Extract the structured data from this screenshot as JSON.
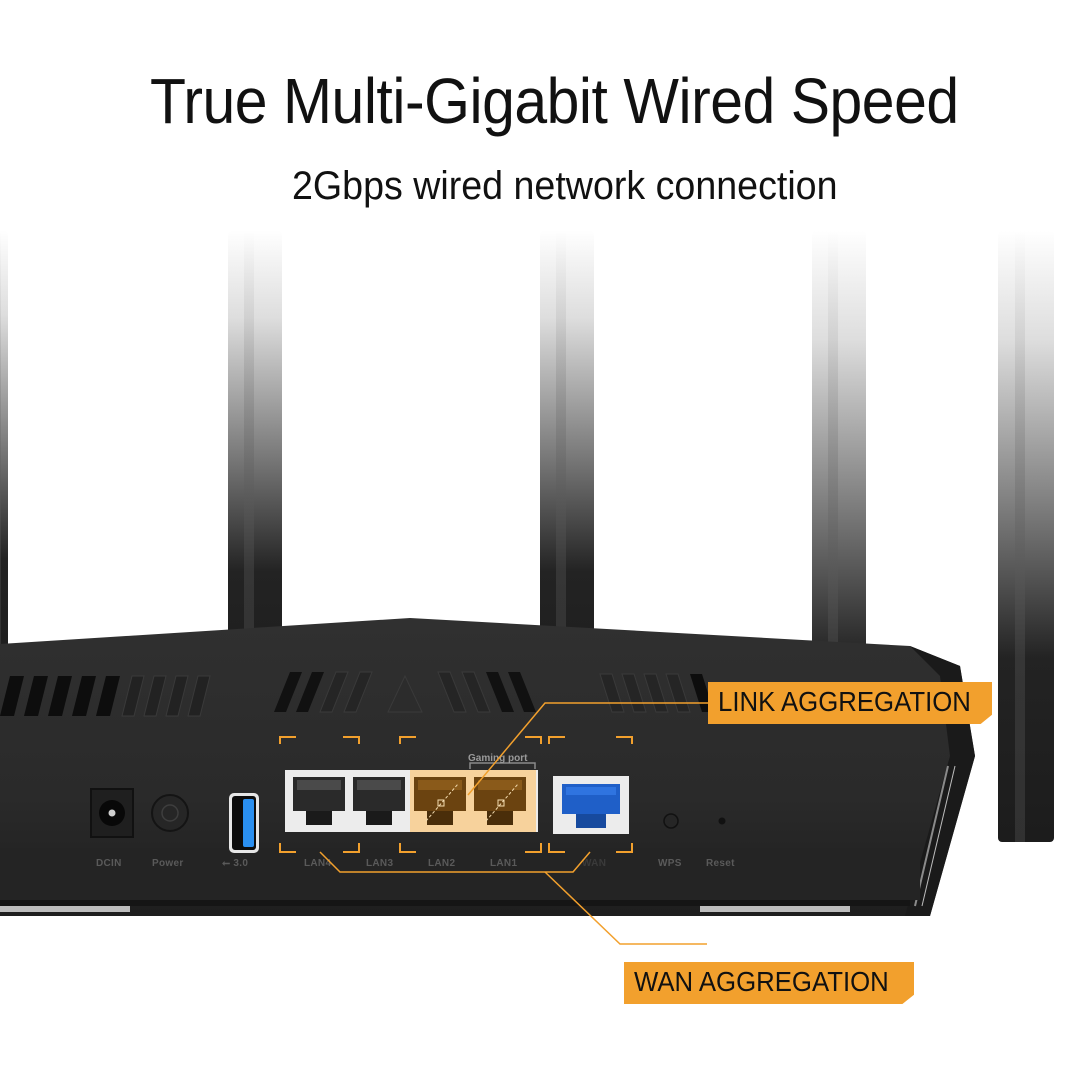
{
  "header": {
    "title": "True Multi-Gigabit Wired Speed",
    "subtitle": "2Gbps wired network connection"
  },
  "router": {
    "ports": [
      {
        "id": "dcin",
        "label": "DCIN",
        "type": "power-jack"
      },
      {
        "id": "power",
        "label": "Power",
        "type": "button"
      },
      {
        "id": "usb",
        "label": "3.0",
        "icon": "usb-icon",
        "type": "usb-3.0"
      },
      {
        "id": "lan4",
        "label": "LAN4",
        "type": "ethernet",
        "color": "#ffffff"
      },
      {
        "id": "lan3",
        "label": "LAN3",
        "type": "ethernet",
        "color": "#ffffff"
      },
      {
        "id": "lan2",
        "label": "LAN2",
        "type": "ethernet",
        "color": "#f7c98a"
      },
      {
        "id": "lan1",
        "label": "LAN1",
        "type": "ethernet",
        "color": "#f7c98a"
      },
      {
        "id": "wan",
        "label": "WAN",
        "type": "ethernet",
        "color": "#1f5fc8"
      },
      {
        "id": "wps",
        "label": "WPS",
        "type": "button"
      },
      {
        "id": "reset",
        "label": "Reset",
        "type": "pinhole"
      }
    ],
    "gaming_port_label": "Gaming port"
  },
  "callouts": {
    "link_aggregation": "LINK AGGREGATION",
    "wan_aggregation": "WAN AGGREGATION"
  },
  "colors": {
    "accent_orange": "#f2a02d",
    "router_body": "#2a2a2a",
    "wan_blue": "#1f5fc8",
    "usb_blue": "#2a8ff0"
  }
}
